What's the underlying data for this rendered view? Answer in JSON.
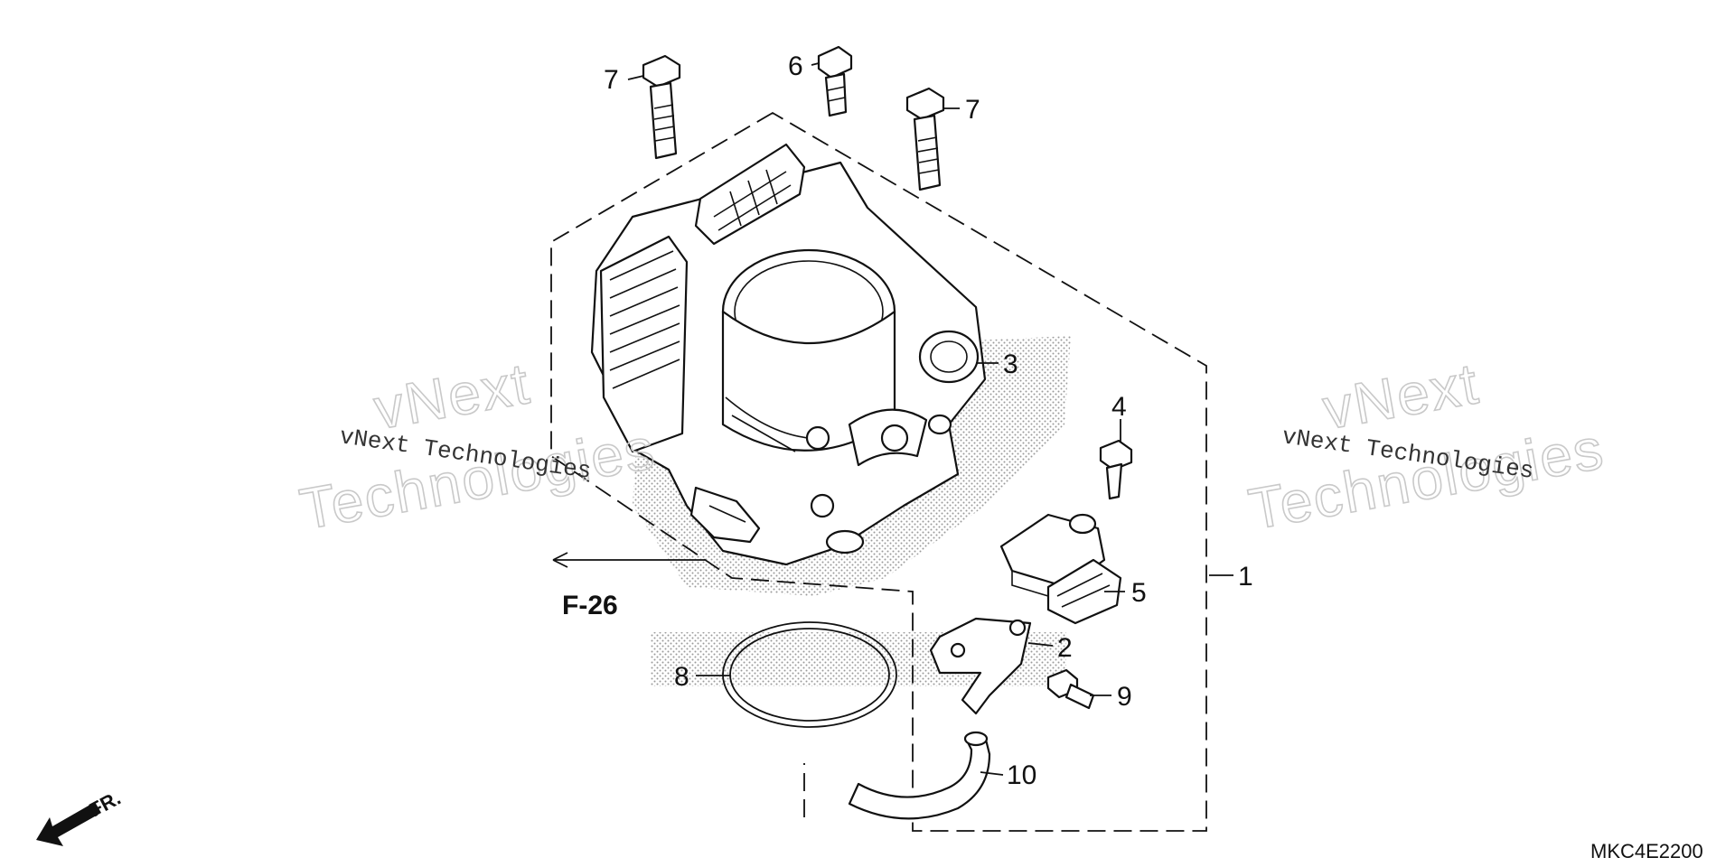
{
  "callouts": {
    "c1": "1",
    "c2": "2",
    "c3": "3",
    "c4": "4",
    "c5": "5",
    "c6": "6",
    "c7a": "7",
    "c7b": "7",
    "c8": "8",
    "c9": "9",
    "c10": "10"
  },
  "watermark": {
    "big_line1": "vNext",
    "big_line2": "Technologies",
    "small": "vNext Technologies"
  },
  "reference": "F-26",
  "direction_label": "FR.",
  "diagram_code": "MKC4E2200"
}
